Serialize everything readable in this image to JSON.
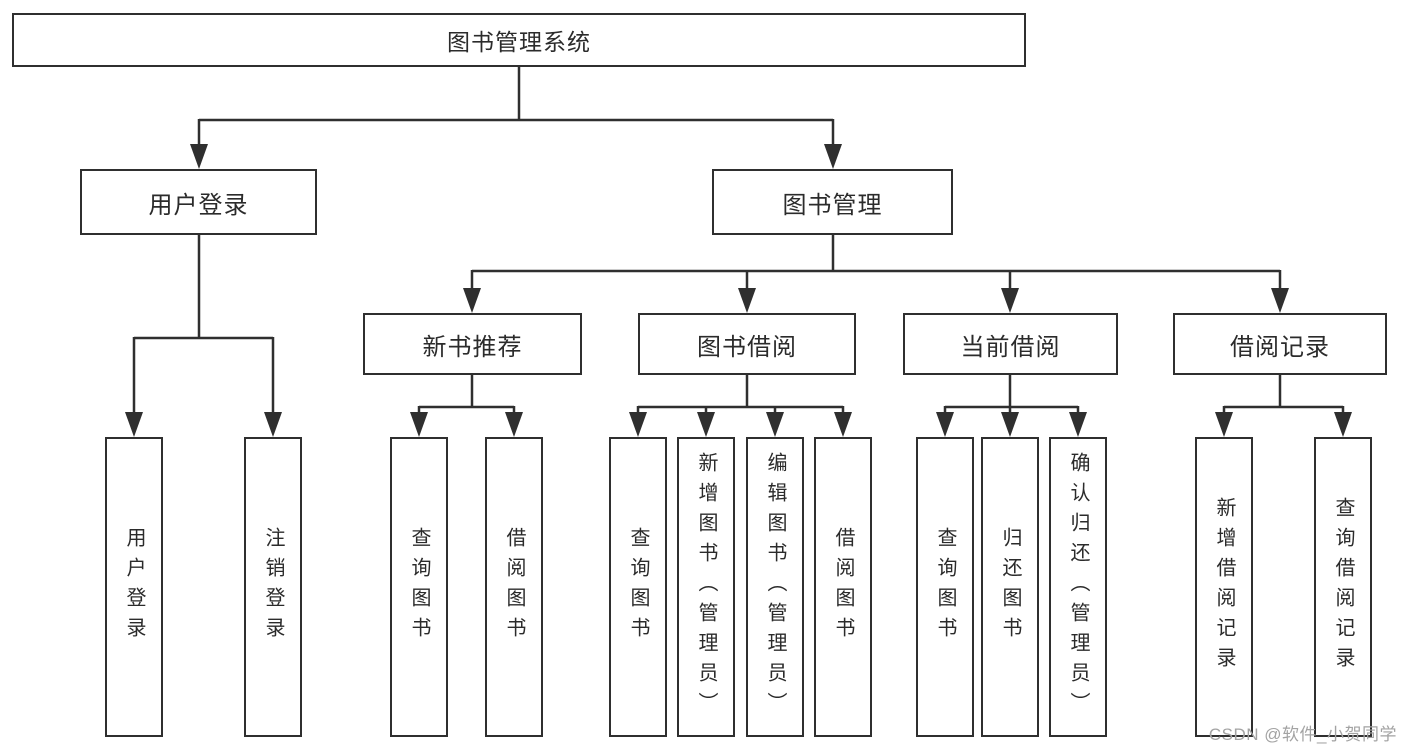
{
  "root": {
    "label": "图书管理系统"
  },
  "level2": [
    {
      "id": "user-login",
      "label": "用户登录"
    },
    {
      "id": "book-management",
      "label": "图书管理"
    }
  ],
  "level3": [
    {
      "id": "new-book-recommend",
      "parent": "图书管理",
      "label": "新书推荐"
    },
    {
      "id": "book-borrowing",
      "parent": "图书管理",
      "label": "图书借阅"
    },
    {
      "id": "current-borrowing",
      "parent": "图书管理",
      "label": "当前借阅"
    },
    {
      "id": "borrowing-records",
      "parent": "图书管理",
      "label": "借阅记录"
    }
  ],
  "level4": [
    {
      "parent": "用户登录",
      "label": "用户登录"
    },
    {
      "parent": "用户登录",
      "label": "注销登录"
    },
    {
      "parent": "新书推荐",
      "label": "查询图书"
    },
    {
      "parent": "新书推荐",
      "label": "借阅图书"
    },
    {
      "parent": "图书借阅",
      "label": "查询图书"
    },
    {
      "parent": "图书借阅",
      "label": "新增图书（管理员）"
    },
    {
      "parent": "图书借阅",
      "label": "编辑图书（管理员）"
    },
    {
      "parent": "图书借阅",
      "label": "借阅图书"
    },
    {
      "parent": "当前借阅",
      "label": "查询图书"
    },
    {
      "parent": "当前借阅",
      "label": "归还图书"
    },
    {
      "parent": "当前借阅",
      "label": "确认归还（管理员）"
    },
    {
      "parent": "借阅记录",
      "label": "新增借阅记录"
    },
    {
      "parent": "借阅记录",
      "label": "查询借阅记录"
    }
  ],
  "watermark": {
    "text": "CSDN @软件_小贺同学"
  },
  "colors": {
    "line": "#2f2f2f",
    "box_border": "#2f2f2f",
    "box_background": "#ffffff",
    "text": "#2b2b2b",
    "watermark": "#a3a3a3"
  }
}
